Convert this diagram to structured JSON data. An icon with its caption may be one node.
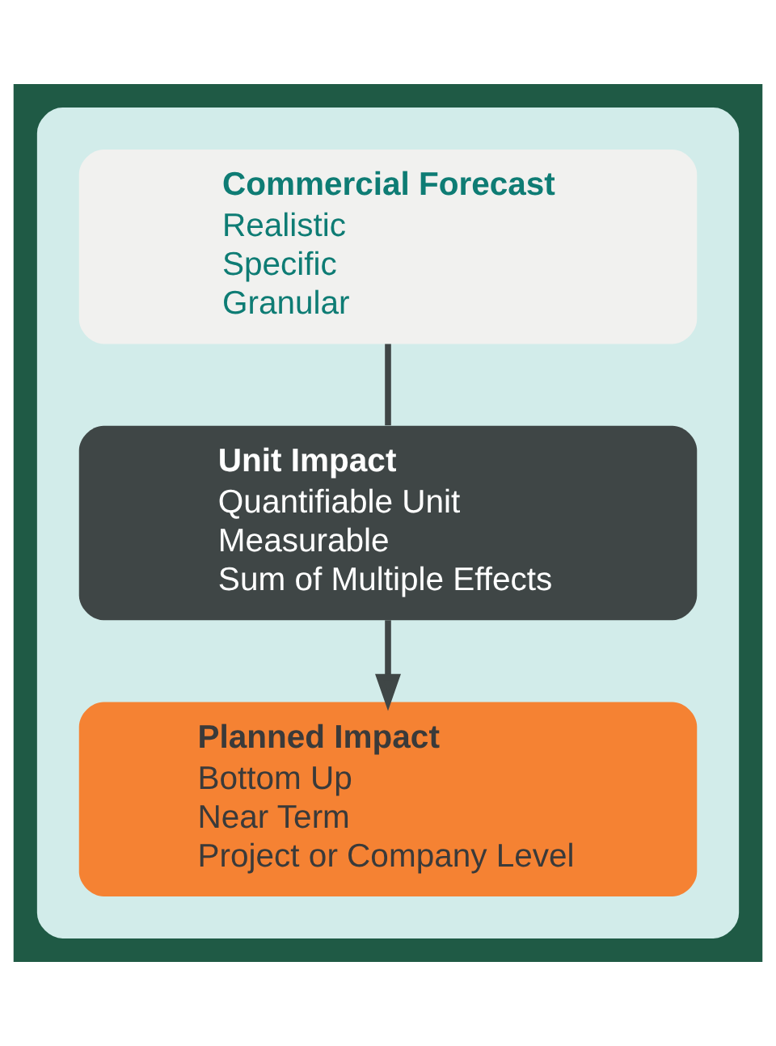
{
  "diagram": {
    "nodes": [
      {
        "text": [],
        "shape": "box"
      },
      {
        "text": [
          "Commercial Forecast",
          "Realistic",
          "Specific",
          "Granular"
        ],
        "in": 0
      },
      {
        "text": [
          "Unit Impact",
          "Quantifiable Unit",
          "Measurable",
          "Sum of Multiple Effects"
        ],
        "in": 0
      },
      {
        "text": [
          "Planned Impact",
          "Bottom Up",
          "Near Term",
          "Project or Company Level"
        ],
        "in": 0
      }
    ],
    "edges": [
      {
        "from": 1,
        "to": 2,
        "arrow": "none"
      },
      {
        "from": 2,
        "to": 3,
        "arrow": "to"
      }
    ]
  }
}
